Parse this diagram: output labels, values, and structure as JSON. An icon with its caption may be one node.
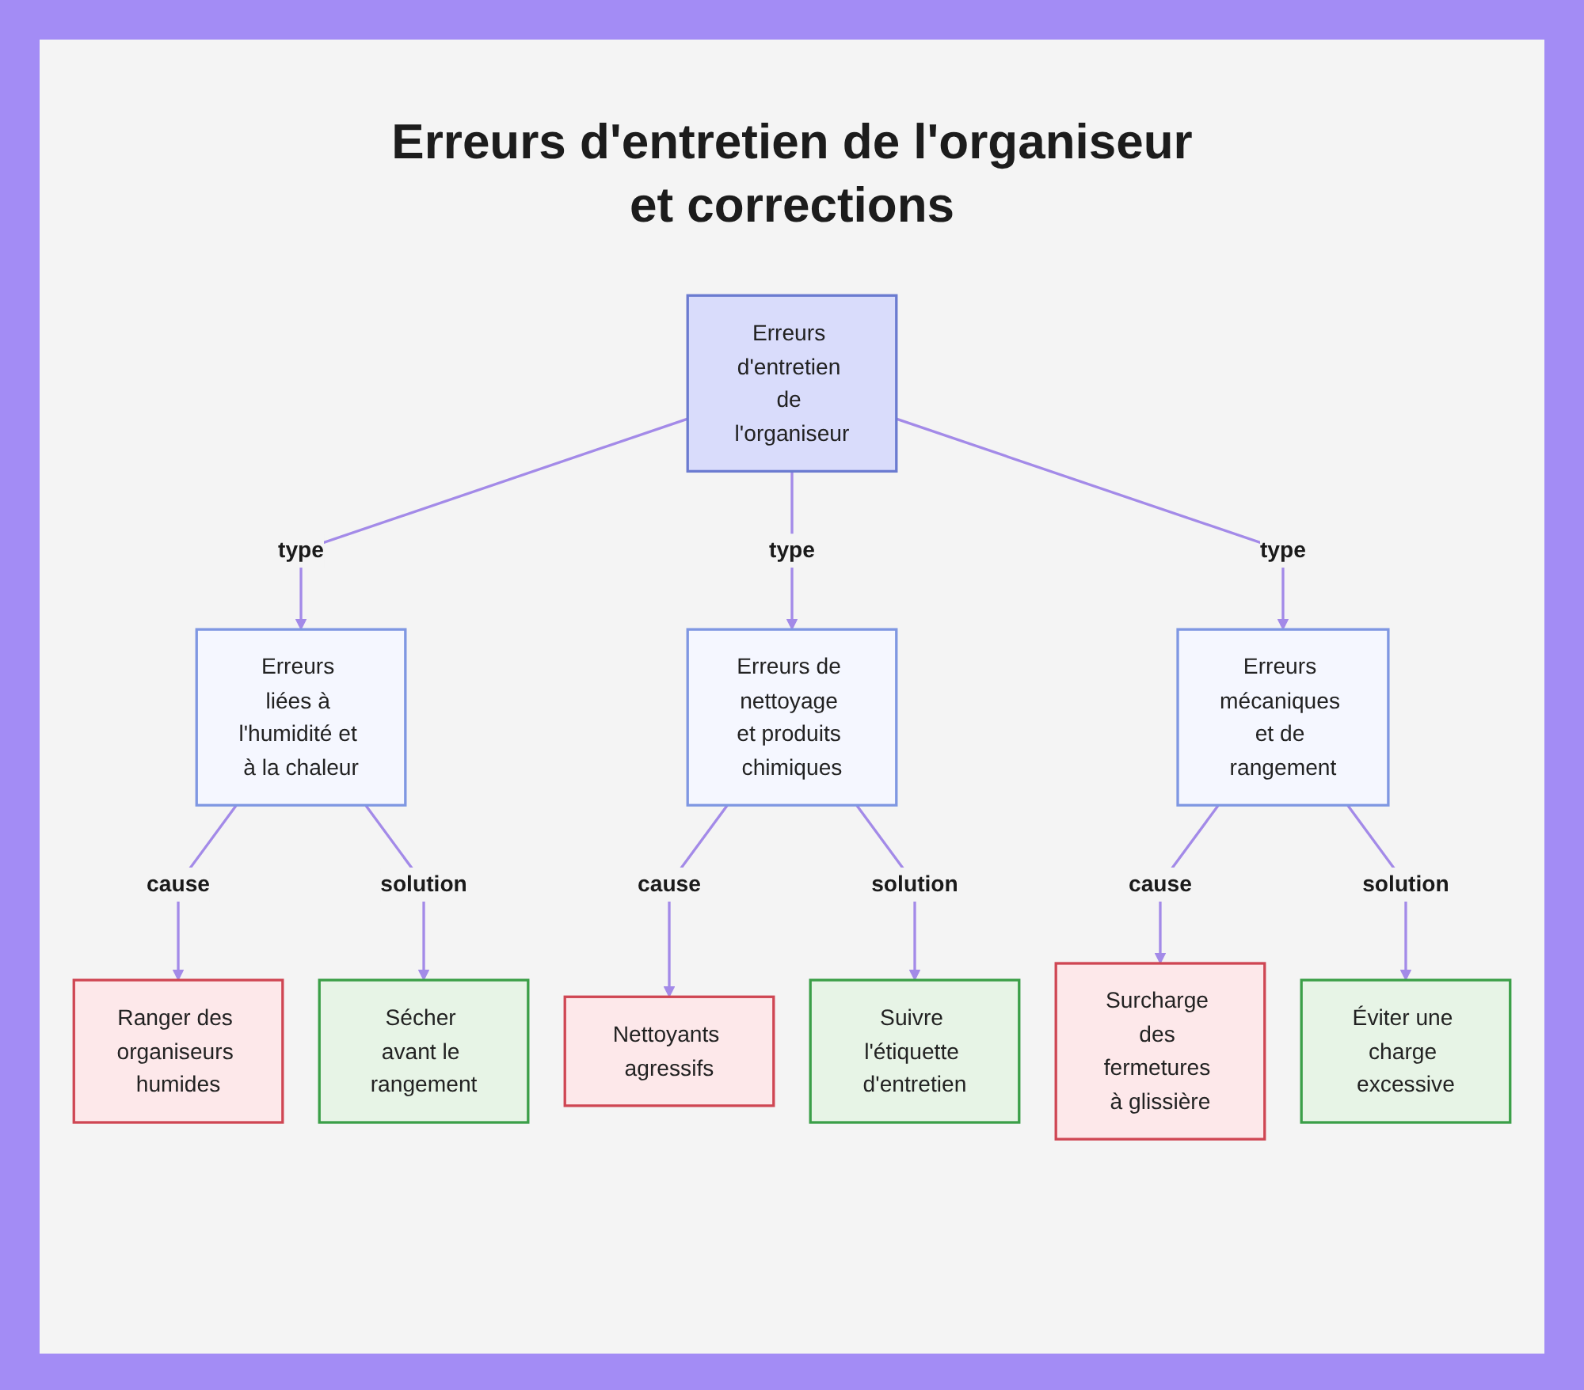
{
  "diagram": {
    "title": "Erreurs d'entretien de l'organiseur et corrections",
    "nodes": [
      {
        "text": [
          "Erreurs d'entretien de l'organiseur"
        ]
      },
      {
        "text": [
          "Erreurs liées à l'humidité et à la chaleur"
        ]
      },
      {
        "text": [
          "Erreurs de nettoyage et produits chimiques"
        ]
      },
      {
        "text": [
          "Erreurs mécaniques et de rangement"
        ]
      },
      {
        "text": [
          "Ranger des organiseurs humides"
        ]
      },
      {
        "text": [
          "Sécher avant le rangement"
        ]
      },
      {
        "text": [
          "Nettoyants agressifs"
        ]
      },
      {
        "text": [
          "Suivre l'étiquette d'entretien"
        ]
      },
      {
        "text": [
          "Surcharge des fermetures à glissière"
        ]
      },
      {
        "text": [
          "Éviter une charge excessive"
        ]
      }
    ],
    "edges": [
      {
        "from": 0,
        "to": 1,
        "label": "type",
        "arrow": "to"
      },
      {
        "from": 0,
        "to": 2,
        "label": "type",
        "arrow": "to"
      },
      {
        "from": 0,
        "to": 3,
        "label": "type",
        "arrow": "to"
      },
      {
        "from": 1,
        "to": 4,
        "label": "cause",
        "arrow": "to"
      },
      {
        "from": 1,
        "to": 5,
        "label": "solution",
        "arrow": "to"
      },
      {
        "from": 2,
        "to": 6,
        "label": "cause",
        "arrow": "to"
      },
      {
        "from": 2,
        "to": 7,
        "label": "solution",
        "arrow": "to"
      },
      {
        "from": 3,
        "to": 8,
        "label": "cause",
        "arrow": "to"
      },
      {
        "from": 3,
        "to": 9,
        "label": "solution",
        "arrow": "to"
      }
    ]
  }
}
